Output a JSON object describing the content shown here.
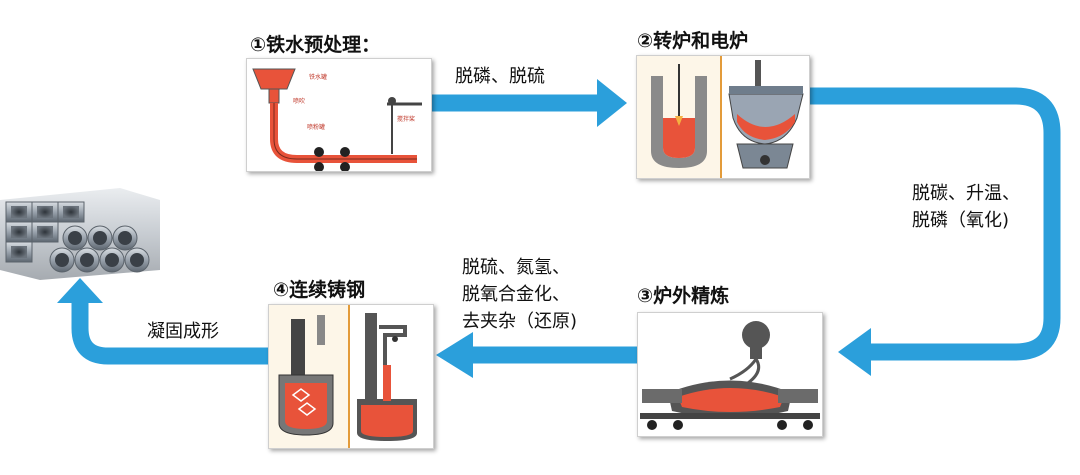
{
  "steps": [
    {
      "num": "①",
      "title": "铁水预处理：",
      "mini_labels": [
        "铁水罐",
        "喷吹",
        "喷粉罐",
        "搅拌桨"
      ]
    },
    {
      "num": "②",
      "title": "转炉和电炉"
    },
    {
      "num": "③",
      "title": "炉外精炼"
    },
    {
      "num": "④",
      "title": "连续铸钢"
    }
  ],
  "flow_labels": {
    "step1_to_2": "脱磷、脱硫",
    "step2_to_3": [
      "脱碳、升温、",
      "脱磷（氧化)"
    ],
    "step3_to_4": [
      "脱硫、氮氢、",
      "脱氧合金化、",
      "去夹杂（还原)"
    ],
    "step4_to_product": "凝固成形"
  },
  "colors": {
    "arrow": "#2b9fdb",
    "molten": "#e8533a",
    "ladle": "#8a8a8a"
  },
  "icons": {
    "product": "steel-pipes-icon"
  }
}
